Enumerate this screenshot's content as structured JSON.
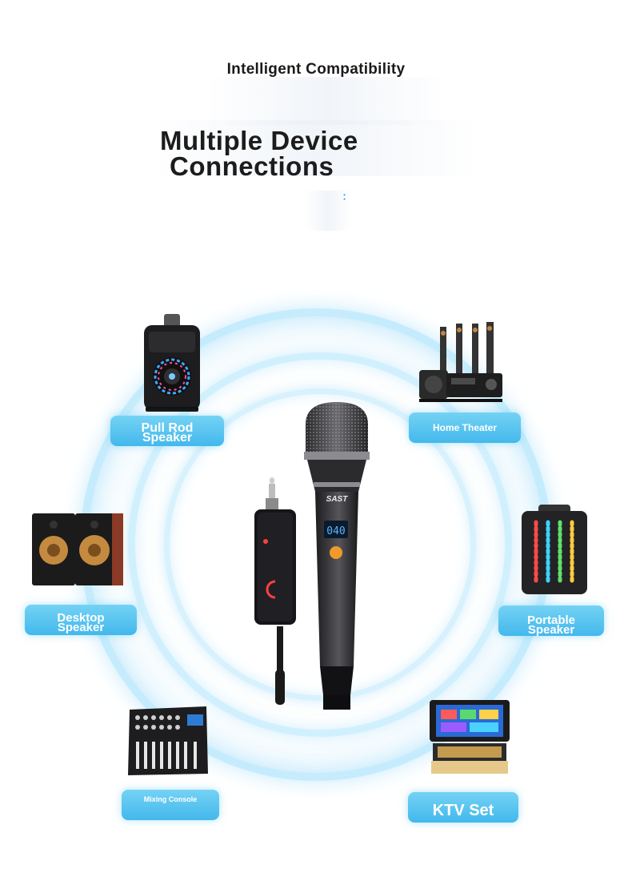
{
  "header": {
    "subtitle": "Intelligent Compatibility",
    "title_line1": "Multiple Device",
    "title_line2": "Connections"
  },
  "devices": {
    "pull_rod": {
      "line1": "Pull Rod",
      "line2": "Speaker"
    },
    "home_theater": {
      "label": "Home Theater"
    },
    "desktop": {
      "line1": "Desktop",
      "line2": "Speaker"
    },
    "portable": {
      "line1": "Portable",
      "line2": "Speaker"
    },
    "mixing": {
      "label": "Mixing Console"
    },
    "ktv": {
      "label": "KTV Set"
    }
  },
  "microphone": {
    "brand": "SAST",
    "display": "040"
  },
  "colors": {
    "pill": "#4fbfef",
    "ring": "#bfe9fb",
    "title": "#1c1c1c"
  }
}
